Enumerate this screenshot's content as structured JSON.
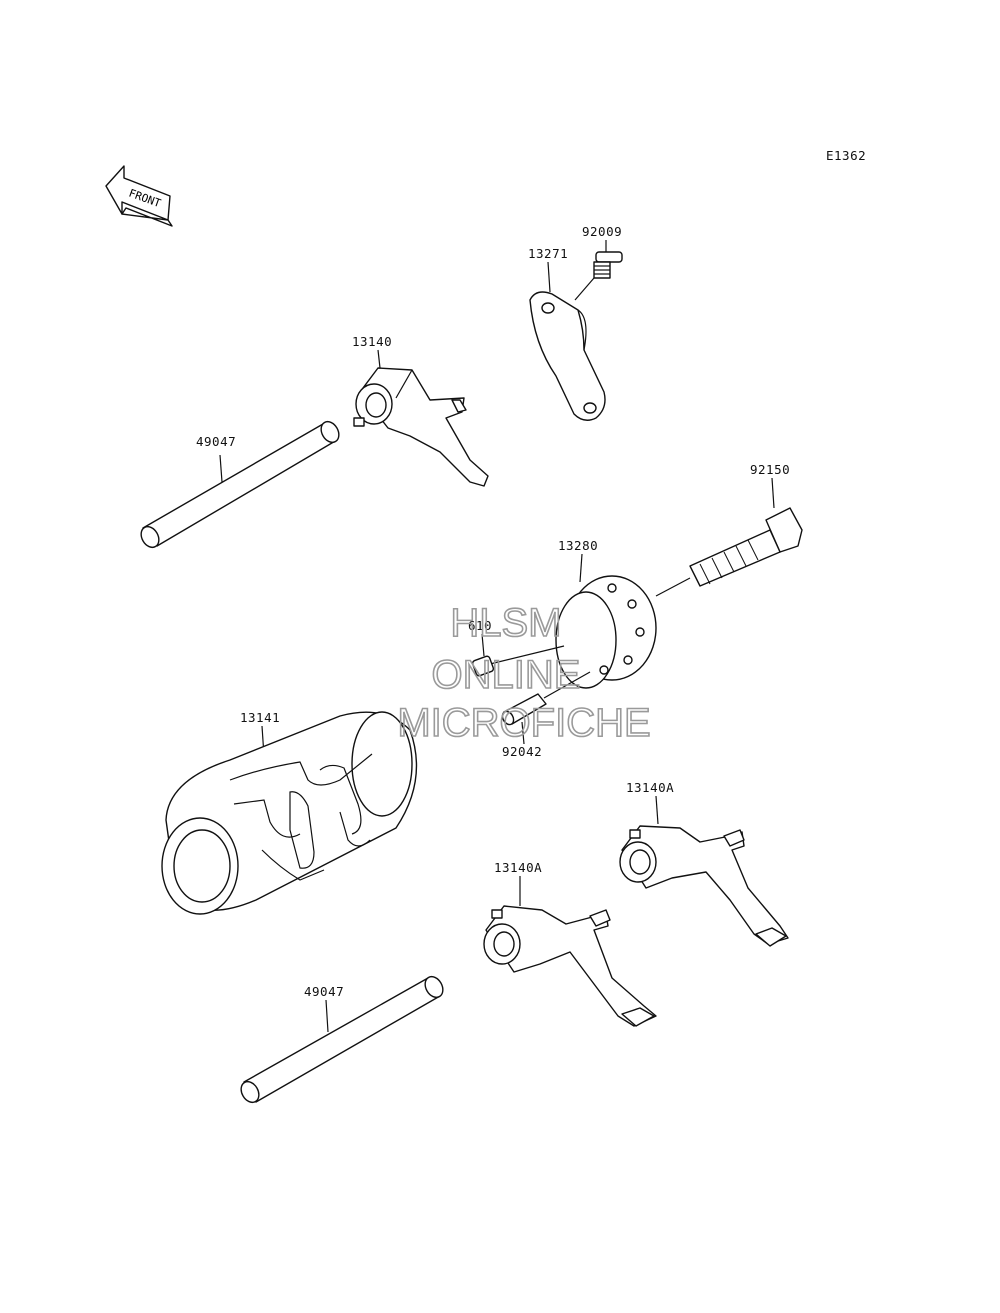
{
  "diagram_code": "E1362",
  "front_label": "FRONT",
  "parts": {
    "p92009": "92009",
    "p13271": "13271",
    "p13140": "13140",
    "p49047a": "49047",
    "p92150": "92150",
    "p13280": "13280",
    "p610": "610",
    "p13141": "13141",
    "p92042": "92042",
    "p13140a1": "13140A",
    "p13140a2": "13140A",
    "p49047b": "49047"
  },
  "watermark": {
    "line1": "HLSM",
    "line2": "ONLINE",
    "line3": "MICROFICHE"
  }
}
